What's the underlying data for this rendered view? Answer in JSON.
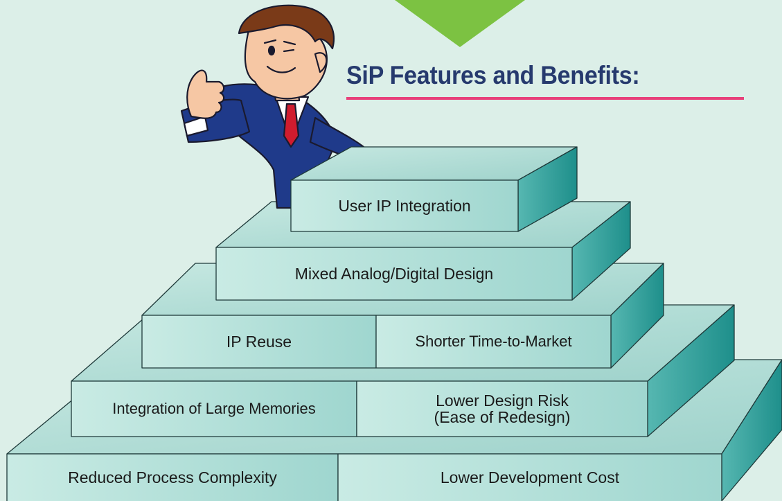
{
  "title": "SiP Features and Benefits:",
  "colors": {
    "background": "#dcefe8",
    "front_face": "#bfe3dd",
    "top_face": "#a8d8d2",
    "side_face": "#2a9a96",
    "edge": "#1f3a3a",
    "underline": "#e8407a",
    "arrow": "#7cc242",
    "suit": "#1f3a8a",
    "tie": "#d01c2e",
    "hair": "#7a3a18",
    "skin": "#f6c7a4"
  },
  "blocks": {
    "user_ip": "User IP Integration",
    "mixed": "Mixed Analog/Digital Design",
    "ip_reuse": "IP Reuse",
    "shorter": "Shorter Time-to-Market",
    "large_mem": "Integration of Large Memories",
    "lower_risk_1": "Lower Design Risk",
    "lower_risk_2": "(Ease of Redesign)",
    "reduced": "Reduced Process Complexity",
    "lower_cost": "Lower Development Cost"
  }
}
